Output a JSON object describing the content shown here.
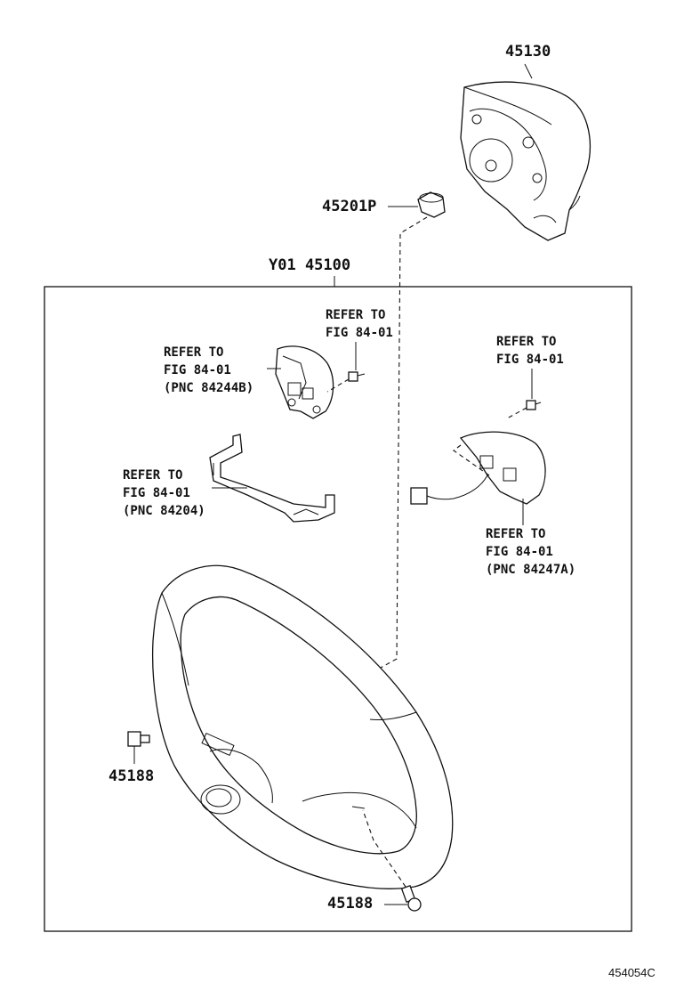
{
  "parts": {
    "airbag_pad": "45130",
    "nut": "45201P",
    "steering_wheel_assy": "Y01 45100",
    "screw_left": "45188",
    "screw_bottom": "45188"
  },
  "notes": {
    "top_center": [
      "REFER TO",
      "FIG 84-01"
    ],
    "left_switch": [
      "REFER TO",
      "FIG 84-01",
      "(PNC 84244B)"
    ],
    "right_top": [
      "REFER TO",
      "FIG 84-01"
    ],
    "cover_bracket": [
      "REFER TO",
      "FIG 84-01",
      "(PNC 84204)"
    ],
    "right_switch": [
      "REFER TO",
      "FIG 84-01",
      "(PNC 84247A)"
    ]
  },
  "figure_id": "454054C"
}
